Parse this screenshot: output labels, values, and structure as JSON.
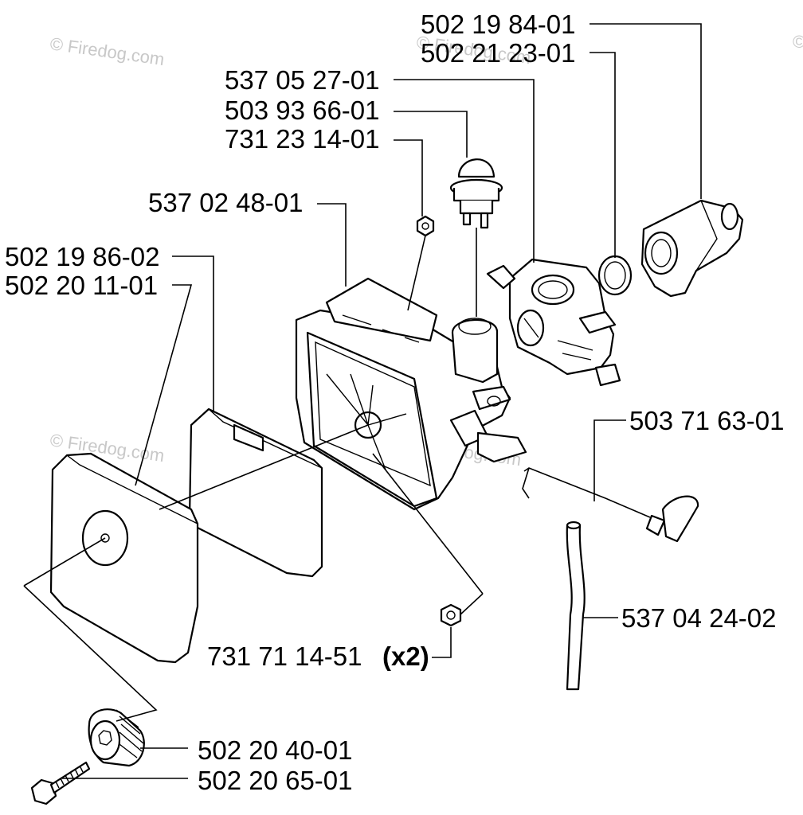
{
  "watermark": {
    "text": "© Firedog.com"
  },
  "labels": {
    "p1": "502 19 84-01",
    "p2": "502 21 23-01",
    "p3": "537 05 27-01",
    "p4": "503 93 66-01",
    "p5": "731 23 14-01",
    "p6": "537 02 48-01",
    "p7": "502 19 86-02",
    "p8": "502 20 11-01",
    "p9": "503 71 63-01",
    "p10": "537 04 24-02",
    "p11": "731 71 14-51",
    "p11_qty": "(x2)",
    "p12": "502 20 40-01",
    "p13": "502 20 65-01"
  }
}
